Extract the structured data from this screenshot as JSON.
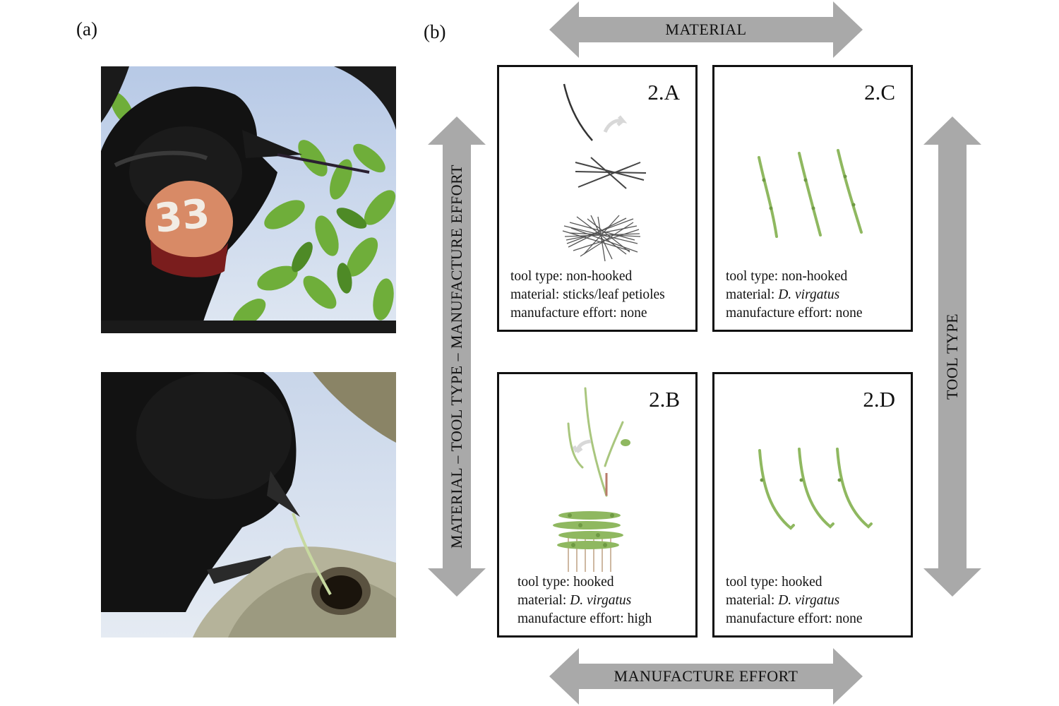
{
  "panel_a": {
    "label": "(a)",
    "tag_number": "33"
  },
  "panel_b": {
    "label": "(b)",
    "arrows": {
      "top": "MATERIAL",
      "bottom": "MANUFACTURE EFFORT",
      "left": "MATERIAL – TOOL TYPE – MANUFACTURE EFFORT",
      "right": "TOOL TYPE"
    },
    "boxes": [
      {
        "id": "2.A",
        "title": "2.A",
        "tool_type_label": "tool type:",
        "tool_type": "non-hooked",
        "material_label": "material:",
        "material": "sticks/leaf petioles",
        "effort_label": "manufacture effort:",
        "effort": "none"
      },
      {
        "id": "2.C",
        "title": "2.C",
        "tool_type_label": "tool type:",
        "tool_type": "non-hooked",
        "material_label": "material:",
        "material": "D. virgatus",
        "effort_label": "manufacture effort:",
        "effort": "none"
      },
      {
        "id": "2.B",
        "title": "2.B",
        "tool_type_label": "tool type:",
        "tool_type": "hooked",
        "material_label": "material:",
        "material": "D. virgatus",
        "effort_label": "manufacture effort:",
        "effort": "high"
      },
      {
        "id": "2.D",
        "title": "2.D",
        "tool_type_label": "tool type:",
        "tool_type": "hooked",
        "material_label": "material:",
        "material": "D. virgatus",
        "effort_label": "manufacture effort:",
        "effort": "none"
      }
    ]
  },
  "colors": {
    "arrow": "#a9a9a9",
    "box_border": "#111111",
    "stem_green": "#8fb860",
    "stick_dark": "#444444"
  }
}
